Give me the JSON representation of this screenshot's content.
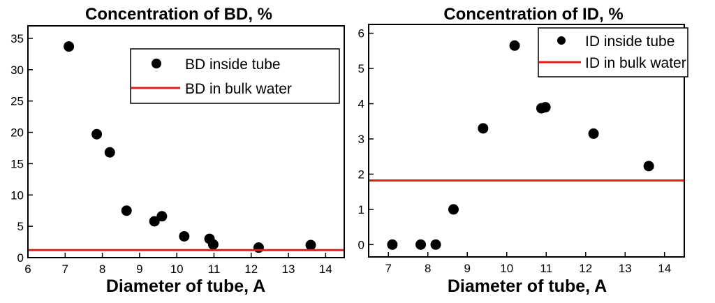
{
  "chart_data": [
    {
      "type": "scatter",
      "title": "Concentration of BD, %",
      "xlabel": "Diameter of tube, A",
      "ylabel": "",
      "xlim": [
        6,
        14.5
      ],
      "ylim": [
        0,
        37
      ],
      "xticks": [
        6,
        7,
        8,
        9,
        10,
        11,
        12,
        13,
        14
      ],
      "yticks": [
        0,
        5,
        10,
        15,
        20,
        25,
        30,
        35
      ],
      "series": [
        {
          "name": "BD inside tube",
          "type": "scatter",
          "color": "#000000",
          "x": [
            7.1,
            7.85,
            8.2,
            8.65,
            9.4,
            9.6,
            10.2,
            10.88,
            10.98,
            12.2,
            13.6
          ],
          "y": [
            33.7,
            19.7,
            16.8,
            7.5,
            5.8,
            6.6,
            3.4,
            3.0,
            2.1,
            1.6,
            2.0
          ]
        },
        {
          "name": "BD in bulk water",
          "type": "hline",
          "color": "#e51c1c",
          "y": 1.2
        }
      ],
      "legend": "top-right",
      "grid": false
    },
    {
      "type": "scatter",
      "title": "Concentration of ID, %",
      "xlabel": "Diameter of tube, A",
      "ylabel": "",
      "xlim": [
        6.5,
        14.5
      ],
      "ylim": [
        -0.35,
        6.25
      ],
      "xticks": [
        7,
        8,
        9,
        10,
        11,
        12,
        13,
        14
      ],
      "yticks": [
        0,
        1,
        2,
        3,
        4,
        5,
        6
      ],
      "series": [
        {
          "name": "ID inside tube",
          "type": "scatter",
          "color": "#000000",
          "x": [
            7.1,
            7.82,
            8.2,
            8.65,
            9.4,
            10.2,
            10.88,
            10.98,
            12.2,
            13.6
          ],
          "y": [
            0.0,
            0.0,
            0.0,
            1.0,
            3.3,
            5.65,
            3.87,
            3.9,
            3.15,
            2.23
          ]
        },
        {
          "name": "ID in bulk water",
          "type": "hline",
          "color": "#e51c1c",
          "y": 1.82
        }
      ],
      "legend": "top-right",
      "grid": false
    }
  ]
}
